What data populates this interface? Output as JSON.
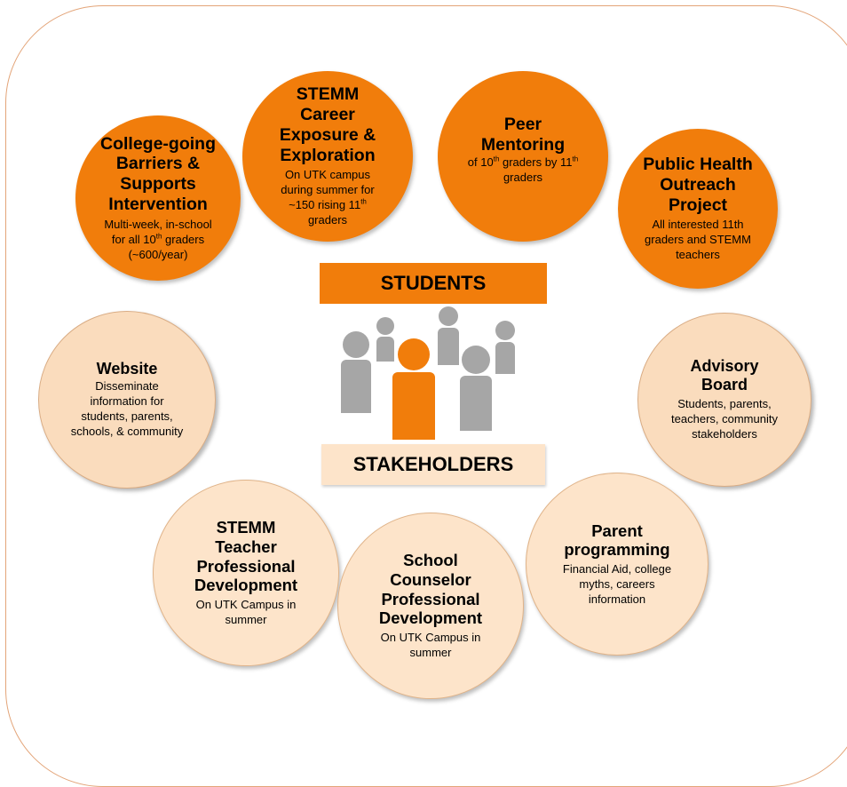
{
  "center": {
    "top_label": "STUDENTS",
    "bottom_label": "STAKEHOLDERS"
  },
  "students": {
    "college_going": {
      "title": [
        "College-going",
        "Barriers &",
        "Supports",
        "Intervention"
      ],
      "desc": [
        "Multi-week, in-school",
        "for all 10",
        "th",
        " graders",
        "(~600/year)"
      ]
    },
    "stemm_career": {
      "title": [
        "STEMM",
        "Career",
        "Exposure &",
        "Exploration"
      ],
      "desc": [
        "On UTK campus",
        "during summer for",
        "~150 rising 11",
        "th",
        "graders"
      ]
    },
    "peer_mentoring": {
      "title": [
        "Peer",
        "Mentoring"
      ],
      "desc": [
        "of 10",
        "th",
        " graders by 11",
        "th",
        "graders"
      ]
    },
    "public_health": {
      "title": [
        "Public Health",
        "Outreach",
        "Project"
      ],
      "desc": [
        "All interested 11th",
        "graders and STEMM",
        "teachers"
      ]
    }
  },
  "stakeholders": {
    "website": {
      "title": "Website",
      "desc": [
        "Disseminate",
        "information for",
        "students, parents,",
        "schools, & community"
      ]
    },
    "advisory_board": {
      "title": [
        "Advisory",
        "Board"
      ],
      "desc": [
        "Students, parents,",
        "teachers, community",
        "stakeholders"
      ]
    },
    "stemm_teacher": {
      "title": [
        "STEMM",
        "Teacher",
        "Professional",
        "Development"
      ],
      "desc": [
        "On UTK Campus in",
        "summer"
      ]
    },
    "school_counselor": {
      "title": [
        "School",
        "Counselor",
        "Professional",
        "Development"
      ],
      "desc": [
        "On UTK Campus in",
        "summer"
      ]
    },
    "parent_programming": {
      "title": [
        "Parent",
        "programming"
      ],
      "desc": [
        "Financial Aid, college",
        "myths, careers",
        "information"
      ]
    }
  },
  "colors": {
    "student_orange": "#f17d0b",
    "stakeholder_peach": "#fadcbd",
    "person_gray": "#a6a6a6",
    "frame": "#e3a478"
  },
  "icons": {
    "people_group": "people-group-icon"
  }
}
